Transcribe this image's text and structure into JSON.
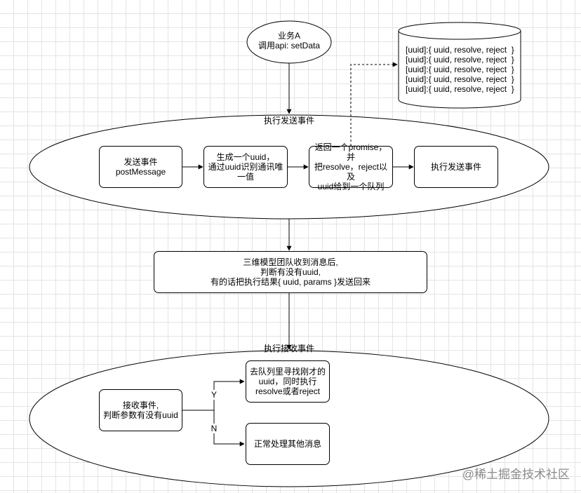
{
  "start": {
    "title": "业务A",
    "call": "调用api: setData"
  },
  "send_group": {
    "title": "执行发送事件",
    "steps": [
      "发送事件\npostMessage",
      "生成一个uuid，\n通过uuid识别通讯唯\n一值",
      "返回一个promise，并\n把resolve，reject以及\nuuid给到一个队列",
      "执行发送事件"
    ]
  },
  "queue": {
    "entries": [
      "[uuid]:{ uuid, resolve, reject  }",
      "[uuid]:{ uuid, resolve, reject  }",
      "[uuid]:{ uuid, resolve, reject  }",
      "[uuid]:{ uuid, resolve, reject  }",
      "[uuid]:{ uuid, resolve, reject  }"
    ]
  },
  "middle": {
    "text": "三维模型团队收到消息后,\n判断有没有uuid,\n有的话把执行结果{ uuid, params }发送回来"
  },
  "receive_group": {
    "title": "执行接收事件",
    "check": "接收事件,\n判断参数有没有uuid",
    "yes_label": "Y",
    "no_label": "N",
    "yes_action": "去队列里寻找刚才的\nuuid，同时执行\nresolve或者reject",
    "no_action": "正常处理其他消息"
  },
  "watermark": "@稀土掘金技术社区"
}
